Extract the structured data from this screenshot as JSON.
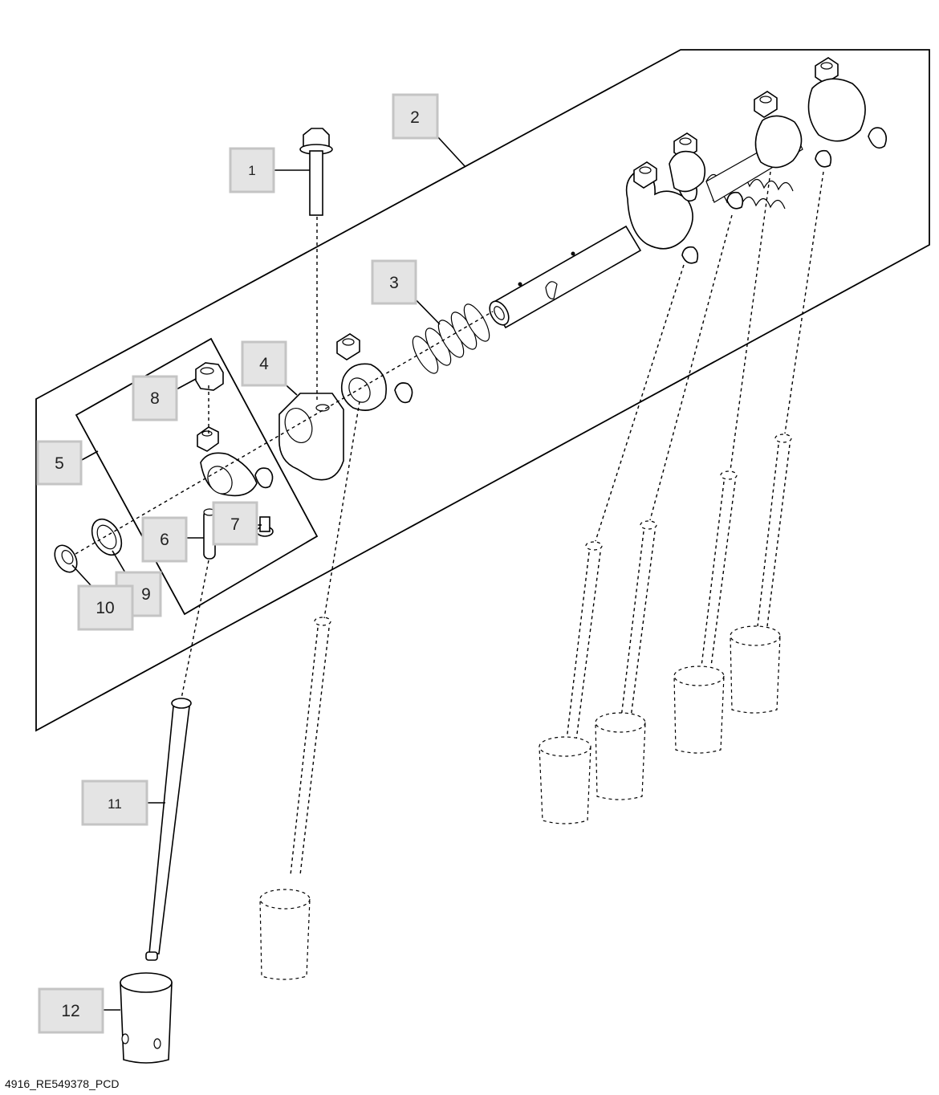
{
  "callouts": {
    "c1": "1",
    "c2": "2",
    "c3": "3",
    "c4": "4",
    "c5": "5",
    "c6": "6",
    "c7": "7",
    "c8": "8",
    "c9": "9",
    "c10": "10",
    "c11": "11",
    "c12": "12"
  },
  "footer": {
    "reference_code": "4916_RE549378_PCD"
  }
}
